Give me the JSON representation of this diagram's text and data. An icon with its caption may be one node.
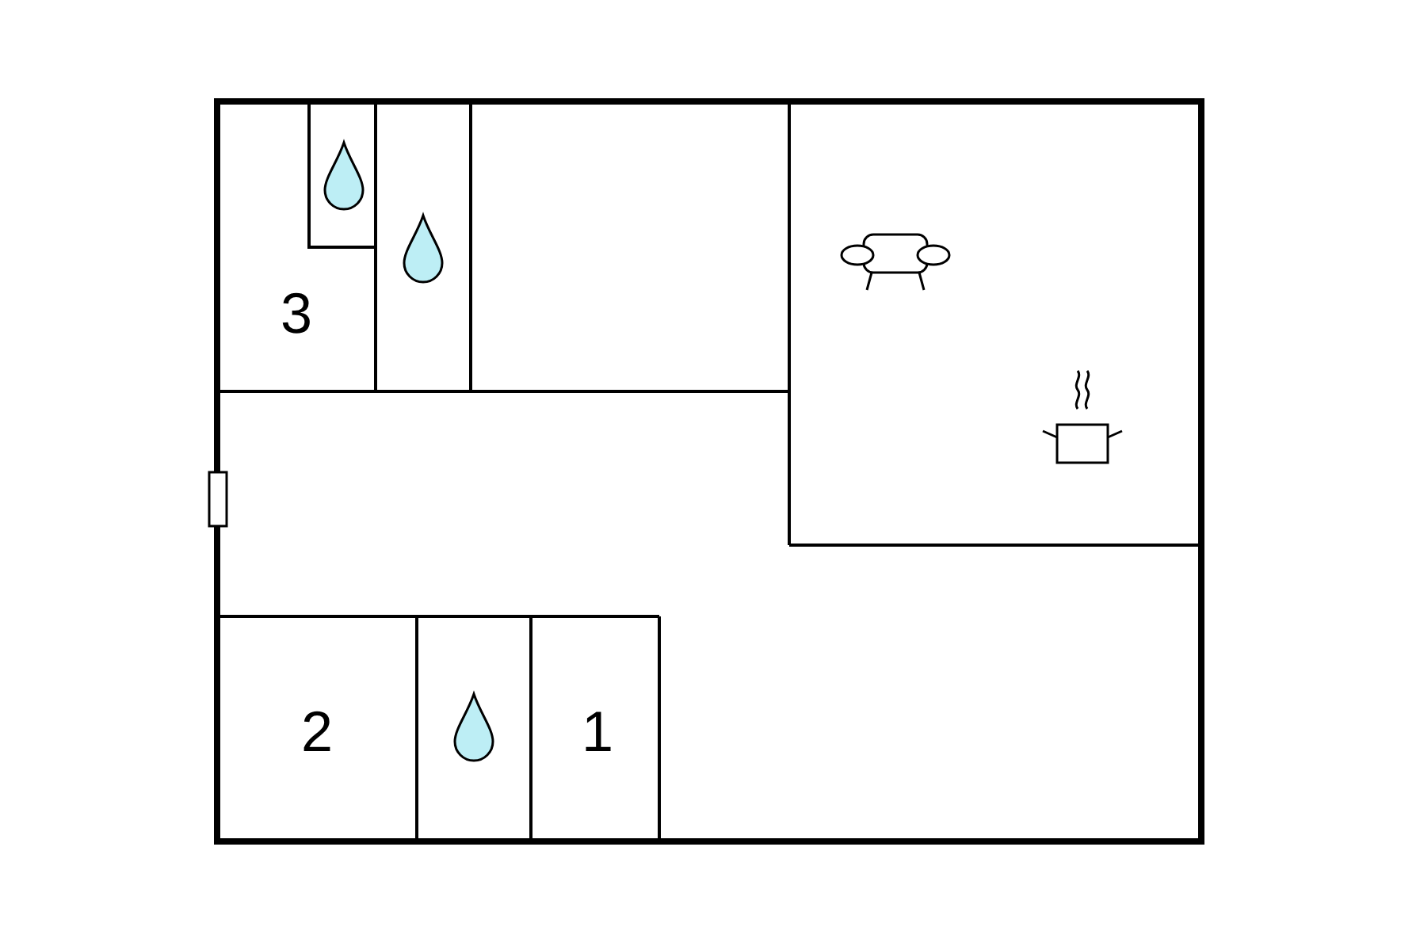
{
  "diagram": {
    "labels": [
      "3",
      "2",
      "1"
    ]
  }
}
